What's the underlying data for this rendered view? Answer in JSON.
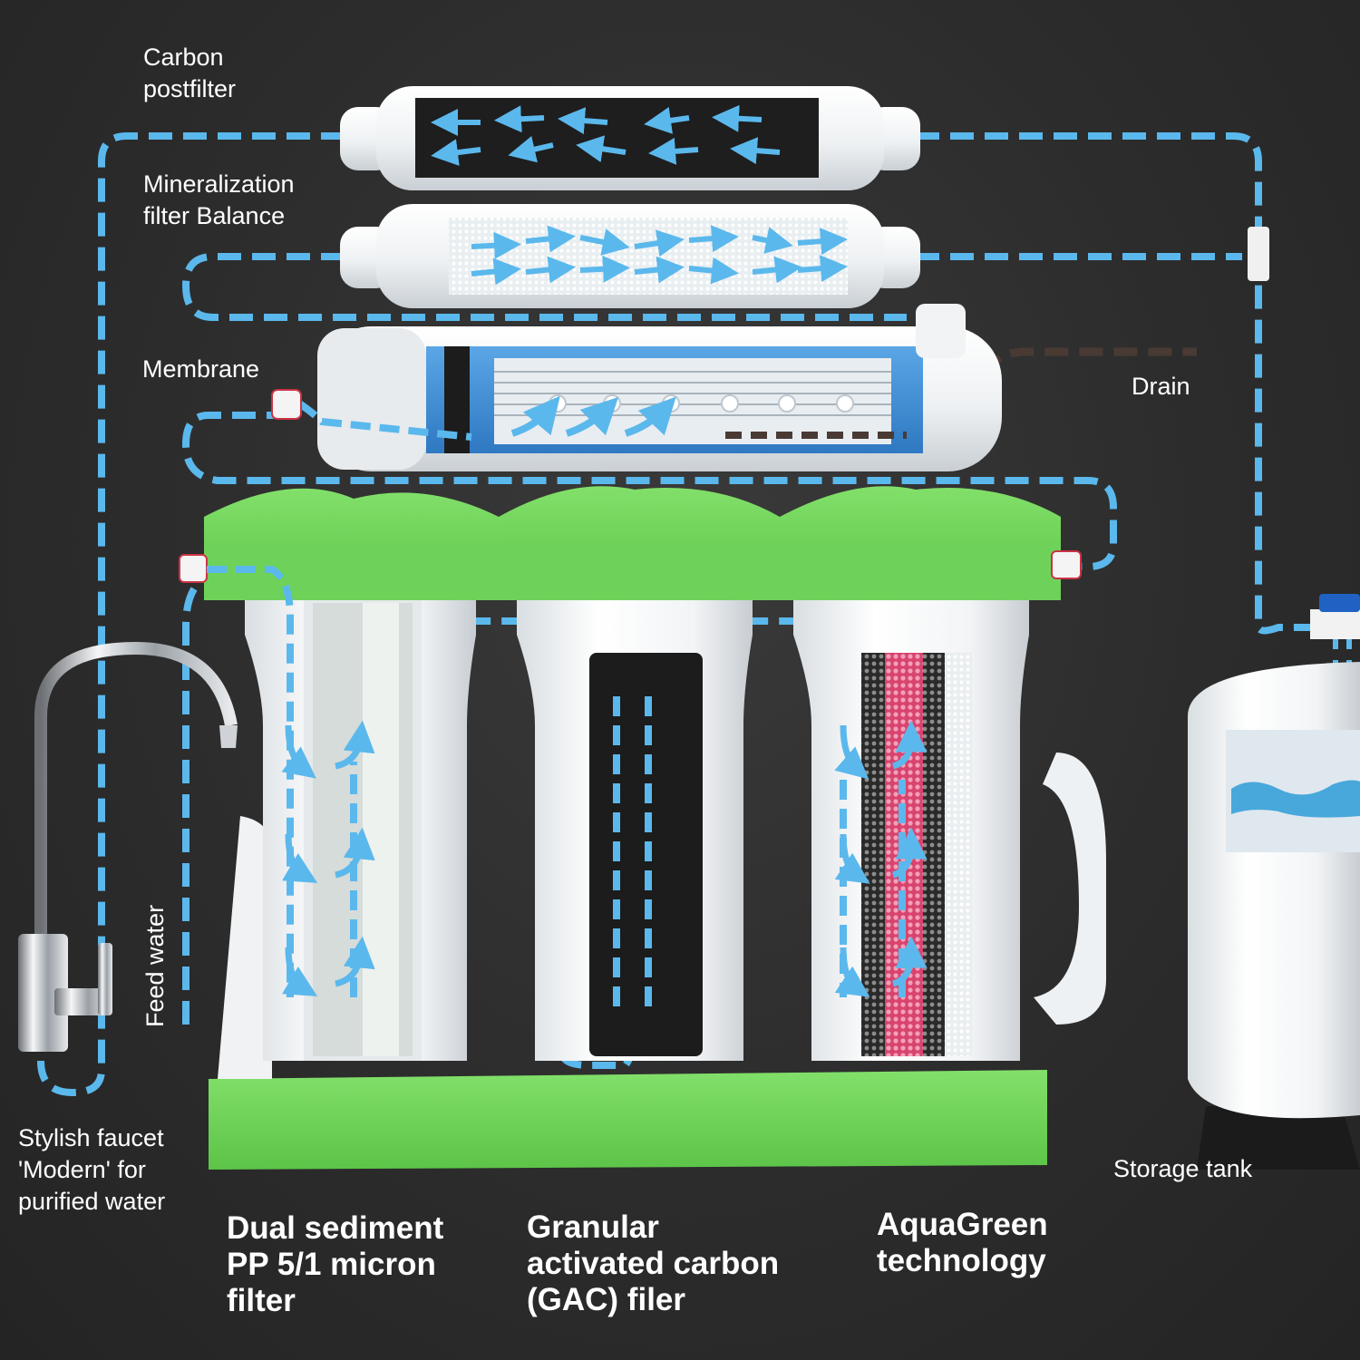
{
  "labels": {
    "carbon_postfilter": [
      "Carbon",
      "postfilter"
    ],
    "mineralization": [
      "Mineralization",
      "filter Balance"
    ],
    "membrane": "Membrane",
    "drain": "Drain",
    "feed_water": "Feed water",
    "faucet": [
      "Stylish faucet",
      "'Modern' for",
      "purified water"
    ],
    "storage_tank": "Storage tank",
    "sediment": [
      "Dual sediment",
      "PP 5/1 micron",
      "filter"
    ],
    "gac": [
      "Granular",
      "activated carbon",
      "(GAC) filer"
    ],
    "aquagreen": [
      "AquaGreen",
      "technology"
    ]
  },
  "colors": {
    "background": "#2c2c2c",
    "flow": "#5bb8ec",
    "drain_flow": "#4a3a34",
    "housing_green": "#6ed25a",
    "housing_white": "#f4f6f7",
    "carbon_black": "#1c1c1c",
    "aquagreen_pink": "#e0507a"
  },
  "icons": [
    "faucet-icon",
    "storage-tank-icon",
    "arrow-icon"
  ]
}
